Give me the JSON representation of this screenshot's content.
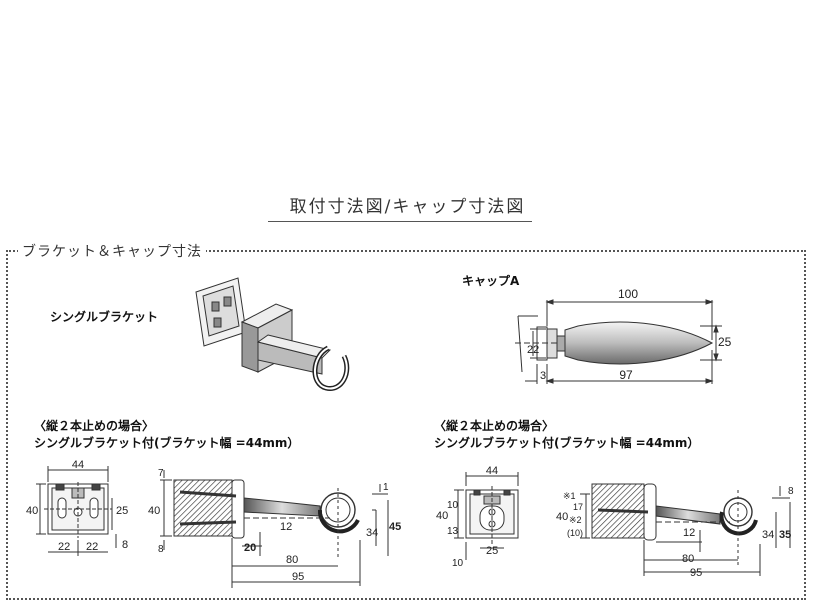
{
  "title": "取付寸法図/キャップ寸法図",
  "section_label": "ブラケット＆キャップ寸法",
  "single_bracket_label": "シングルブラケット",
  "cap_a_label": "キャップA",
  "left_caption": {
    "line1": "〈縦２本止めの場合〉",
    "line2": "シングルブラケット付(ブラケット幅 =44mm）"
  },
  "right_caption": {
    "line1": "〈縦２本止めの場合〉",
    "line2": "シングルブラケット付(ブラケット幅 =44mm）"
  },
  "cap_dims": {
    "length": "100",
    "diameter": "25",
    "flange": "22",
    "offset": "3",
    "body": "97"
  },
  "left_front_dims": {
    "width": "44",
    "height": "40",
    "hole": "25",
    "left": "22",
    "right": "22",
    "bottom": "8"
  },
  "left_side_dims": {
    "top": "7",
    "height": "40",
    "bottom": "8",
    "a": "1",
    "b": "12",
    "c": "34",
    "d": "45",
    "e": "20",
    "f": "80",
    "g": "95"
  },
  "right_front_dims": {
    "width": "44",
    "top": "10",
    "height": "40",
    "lower": "13",
    "hole": "25",
    "bottom": "10"
  },
  "right_side_dims": {
    "n1": "※1",
    "n1v": "17",
    "h": "40",
    "n2": "※2",
    "n2v": "(10)",
    "a": "8",
    "b": "12",
    "c": "34",
    "d": "35",
    "f": "80",
    "g": "95"
  }
}
